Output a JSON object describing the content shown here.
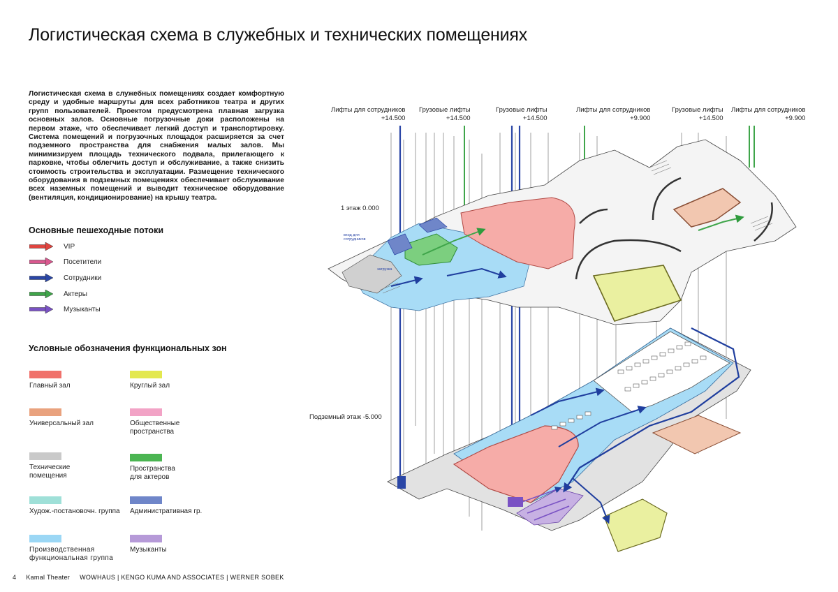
{
  "title": "Логистическая схема в служебных и технических помещениях",
  "description": "Логистическая схема в служебных помещениях создает комфортную среду и удобные маршруты для всех работников театра и других групп пользователей. Проектом предусмотрена плавная загрузка основных залов. Основные погрузочные доки расположены на первом этаже, что обеспечивает легкий доступ и транспортировку. Система помещений и погрузочных площадок расширяется за счет подземного пространства для снабжения малых залов. Мы минимизируем площадь технического подвала, прилегающего к парковке, чтобы облегчить доступ и обслуживание, а также снизить стоимость строительства и эксплуатации. Размещение технического оборудования в подземных помещениях обеспечивает обслуживание всех наземных помещений и выводит техническое оборудование (вентиляция, кондиционирование) на крышу театра.",
  "flows": {
    "heading": "Основные пешеходные потоки",
    "items": [
      {
        "label": "VIP",
        "color": "#e0443f"
      },
      {
        "label": "Посетители",
        "color": "#d9578e"
      },
      {
        "label": "Сотрудники",
        "color": "#2a46a6"
      },
      {
        "label": "Актеры",
        "color": "#3fa54a"
      },
      {
        "label": "Музыканты",
        "color": "#7a52c4"
      }
    ]
  },
  "zones": {
    "heading": "Условные обозначения функциональных зон",
    "items": [
      {
        "label": "Главный зал",
        "color": "#f0716b"
      },
      {
        "label": "Круглый зал",
        "color": "#e3e84f"
      },
      {
        "label": "Универсальный зал",
        "color": "#e9a27e"
      },
      {
        "label": "Общественные\nпространства",
        "color": "#f2a3c6"
      },
      {
        "label": "Технические\nпомещения",
        "color": "#c9c9c9"
      },
      {
        "label": "Пространства\nдля актеров",
        "color": "#4bb552"
      },
      {
        "label": "Худож.-постановочн. группа",
        "color": "#9fe0d8"
      },
      {
        "label": "Административная гр.",
        "color": "#6f86c9"
      },
      {
        "label": "Производственная\nфункциональная группа",
        "color": "#9bd7f5"
      },
      {
        "label": "Музыканты",
        "color": "#b69ad8"
      }
    ]
  },
  "diagram": {
    "lifts": [
      {
        "label": "Лифты для сотрудников\n+14.500"
      },
      {
        "label": "Грузовые лифты\n+14.500"
      },
      {
        "label": "Грузовые лифты\n+14.500"
      },
      {
        "label": "Лифты для сотрудников\n+9.900"
      },
      {
        "label": "Грузовые лифты\n+14.500"
      },
      {
        "label": "Лифты для сотрудников\n+9.900"
      }
    ],
    "levels": {
      "ground": "1 этаж 0.000",
      "underground": "Подземный этаж -5.000"
    },
    "small_labels": {
      "staff_entrance": "вход для сотрудников",
      "loading": "загрузка"
    }
  },
  "footer": {
    "page": "4",
    "project": "Kamal Theater",
    "authors": "WOWHAUS | KENGO KUMA AND ASSOCIATES | WERNER SOBEK"
  }
}
